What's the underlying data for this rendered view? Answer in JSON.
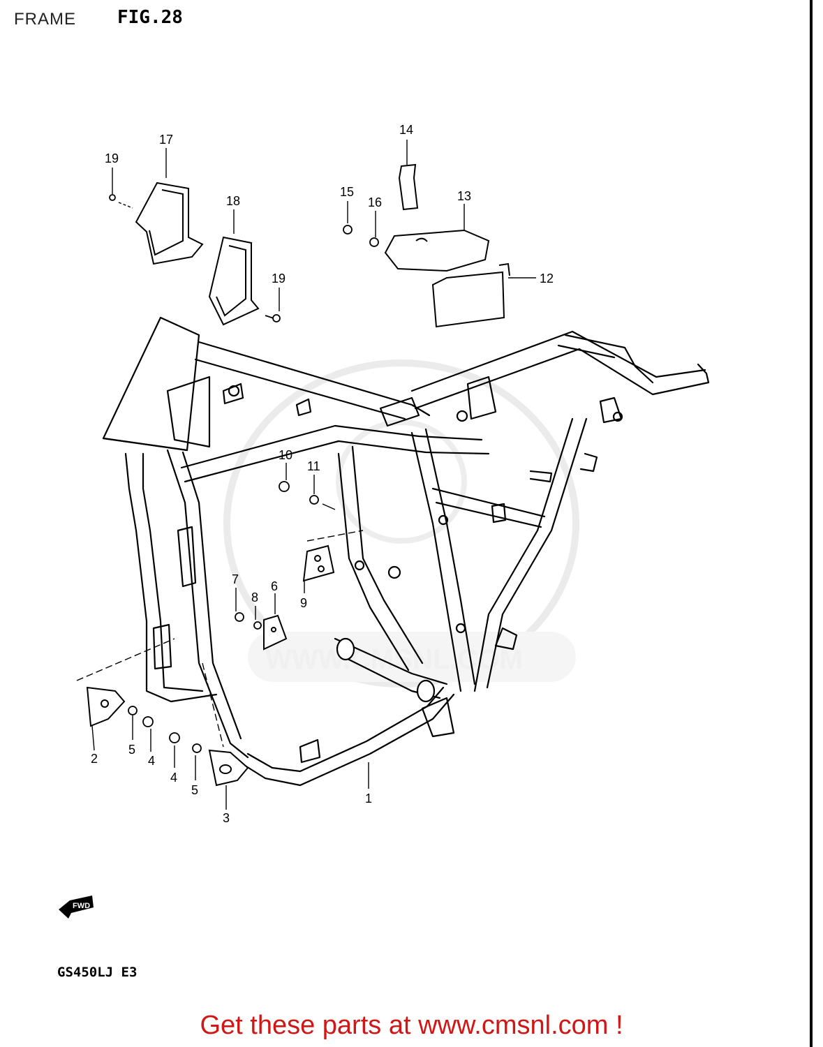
{
  "header": {
    "section_title": "FRAME",
    "figure_label": "FIG.28"
  },
  "watermark": {
    "site_text": "WWW.CMSNL.COM"
  },
  "callouts": [
    {
      "id": "c1",
      "label": "1"
    },
    {
      "id": "c2",
      "label": "2"
    },
    {
      "id": "c3",
      "label": "3"
    },
    {
      "id": "c4a",
      "label": "4"
    },
    {
      "id": "c4b",
      "label": "4"
    },
    {
      "id": "c5a",
      "label": "5"
    },
    {
      "id": "c5b",
      "label": "5"
    },
    {
      "id": "c6",
      "label": "6"
    },
    {
      "id": "c7",
      "label": "7"
    },
    {
      "id": "c8",
      "label": "8"
    },
    {
      "id": "c9",
      "label": "9"
    },
    {
      "id": "c10",
      "label": "10"
    },
    {
      "id": "c11",
      "label": "11"
    },
    {
      "id": "c12",
      "label": "12"
    },
    {
      "id": "c13",
      "label": "13"
    },
    {
      "id": "c14",
      "label": "14"
    },
    {
      "id": "c15",
      "label": "15"
    },
    {
      "id": "c16",
      "label": "16"
    },
    {
      "id": "c17",
      "label": "17"
    },
    {
      "id": "c18",
      "label": "18"
    },
    {
      "id": "c19a",
      "label": "19"
    },
    {
      "id": "c19b",
      "label": "19"
    }
  ],
  "fwd_arrow": {
    "label": "FWD"
  },
  "model_code": "GS450LJ  E3",
  "footer": {
    "link_text": "Get these parts at www.cmsnl.com !"
  }
}
